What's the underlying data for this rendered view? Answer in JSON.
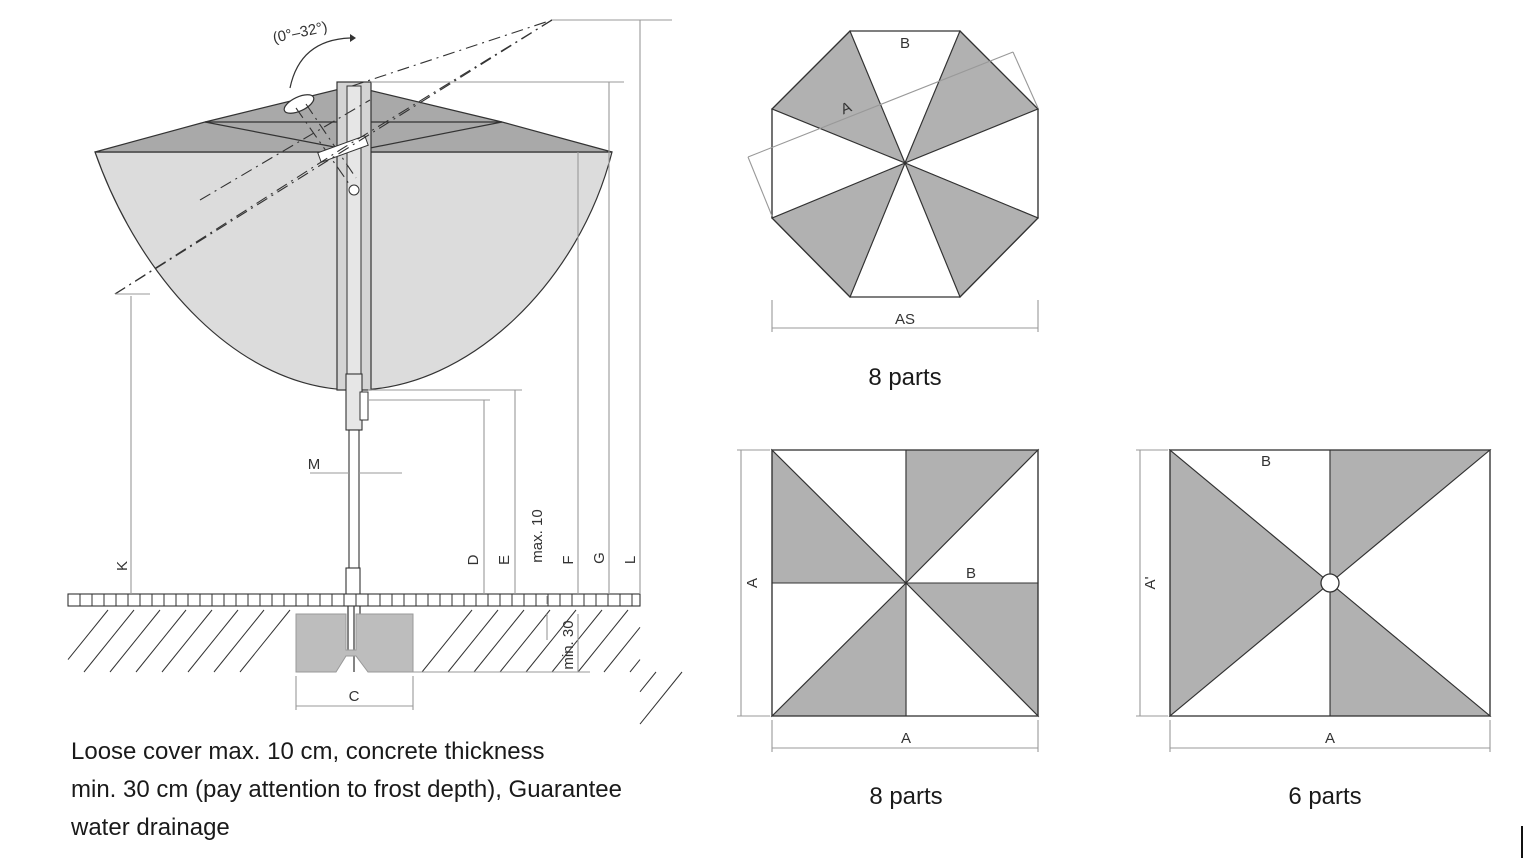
{
  "side_view": {
    "angle_label": "(0°–32°)",
    "labels": {
      "K": "K",
      "M": "M",
      "D": "D",
      "E": "E",
      "max10": "max. 10",
      "F": "F",
      "G": "G",
      "L": "L",
      "min30": "min. 30",
      "C": "C"
    },
    "description_lines": [
      "Loose cover max. 10 cm, concrete thickness",
      "min. 30 cm (pay attention to frost depth), Guarantee",
      "water drainage"
    ]
  },
  "octagon_view": {
    "label_B": "B",
    "label_A": "A",
    "label_AS": "AS",
    "caption": "8 parts"
  },
  "square_view": {
    "label_A_side": "A",
    "label_B": "B",
    "label_A_bottom": "A",
    "caption": "8 parts"
  },
  "rectangle_view": {
    "label_B": "B",
    "label_A_prime": "A'",
    "label_A_bottom": "A",
    "caption": "6 parts"
  },
  "colors": {
    "dark_panel": "#b1b1b1",
    "canopy_shade": "#dcdcdc",
    "canopy_top": "#a9a9a9",
    "line": "#333333",
    "dimension_line": "#999999"
  }
}
